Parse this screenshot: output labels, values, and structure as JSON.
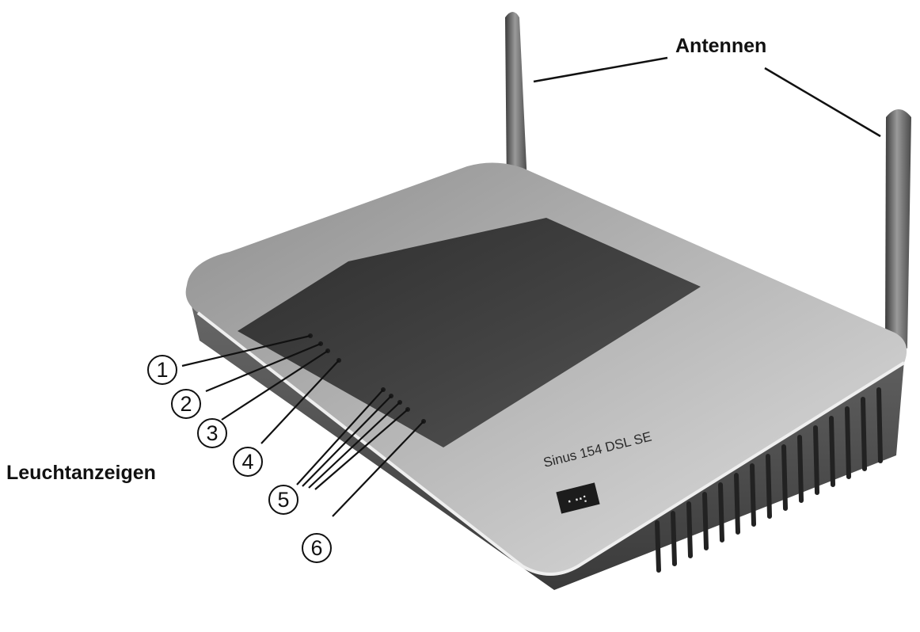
{
  "labels": {
    "antennas": "Antennen",
    "leds": "Leuchtanzeigen"
  },
  "callouts": [
    "1",
    "2",
    "3",
    "4",
    "5",
    "6"
  ],
  "device": {
    "model": "Sinus 154 DSL SE",
    "badge": "⋅ ⋅⋅:"
  },
  "colors": {
    "ink": "#111111",
    "body_light": "#c9c9c9",
    "body_mid": "#9a9a9a",
    "panel_dark": "#3c3c3c"
  }
}
